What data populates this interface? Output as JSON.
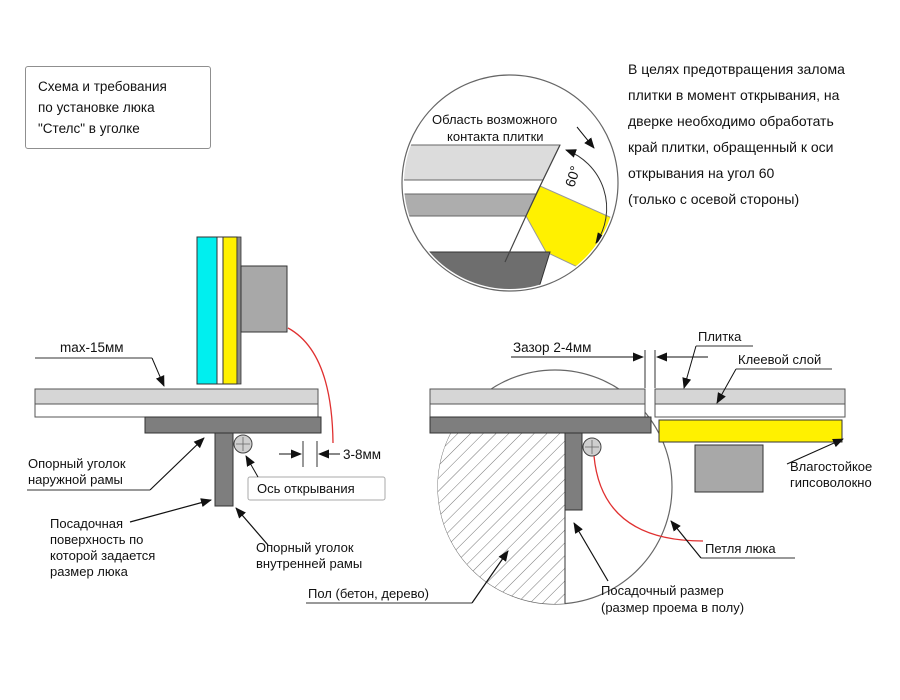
{
  "title_box": {
    "line1": "Схема и требования",
    "line2": "по установке люка",
    "line3": "\"Стелс\" в уголке"
  },
  "note": {
    "lines": [
      "В целях предотвращения залома",
      "плитки в момент открывания, на",
      "дверке необходимо обработать",
      "край плитки, обращенный к оси",
      "открывания на угол 60",
      "(только с осевой стороны)"
    ]
  },
  "detail_view": {
    "label_line1": "Область возможного",
    "label_line2": "контакта плитки",
    "angle_label": "60°"
  },
  "left_view": {
    "max_offset_label": "max-15мм",
    "gap_label": "3-8мм",
    "axis_label": "Ось открывания",
    "outer_angle_label_line1": "Опорный уголок",
    "outer_angle_label_line2": "наружной рамы",
    "seat_surface_label_line1": "Посадочная",
    "seat_surface_label_line2": "поверхность по",
    "seat_surface_label_line3": "которой задается",
    "seat_surface_label_line4": "размер люка",
    "inner_angle_label_line1": "Опорный уголок",
    "inner_angle_label_line2": "внутренней рамы"
  },
  "right_view": {
    "gap_label": "Зазор 2-4мм",
    "tile_label": "Плитка",
    "adhesive_label": "Клеевой слой",
    "gypsum_label_line1": "Влагостойкое",
    "gypsum_label_line2": "гипсоволокно",
    "hinge_label": "Петля люка",
    "floor_label": "Пол (бетон, дерево)",
    "seat_size_label_line1": "Посадочный размер",
    "seat_size_label_line2": "(размер проема в полу)"
  },
  "colors": {
    "tile_cyan": "#00EFEF",
    "gypsum_yellow": "#FFF100",
    "swing_red": "#E03030",
    "tile_gray": "#D6D6D6",
    "frame_gray": "#7E7E7E",
    "block_gray": "#A8A8A8"
  }
}
